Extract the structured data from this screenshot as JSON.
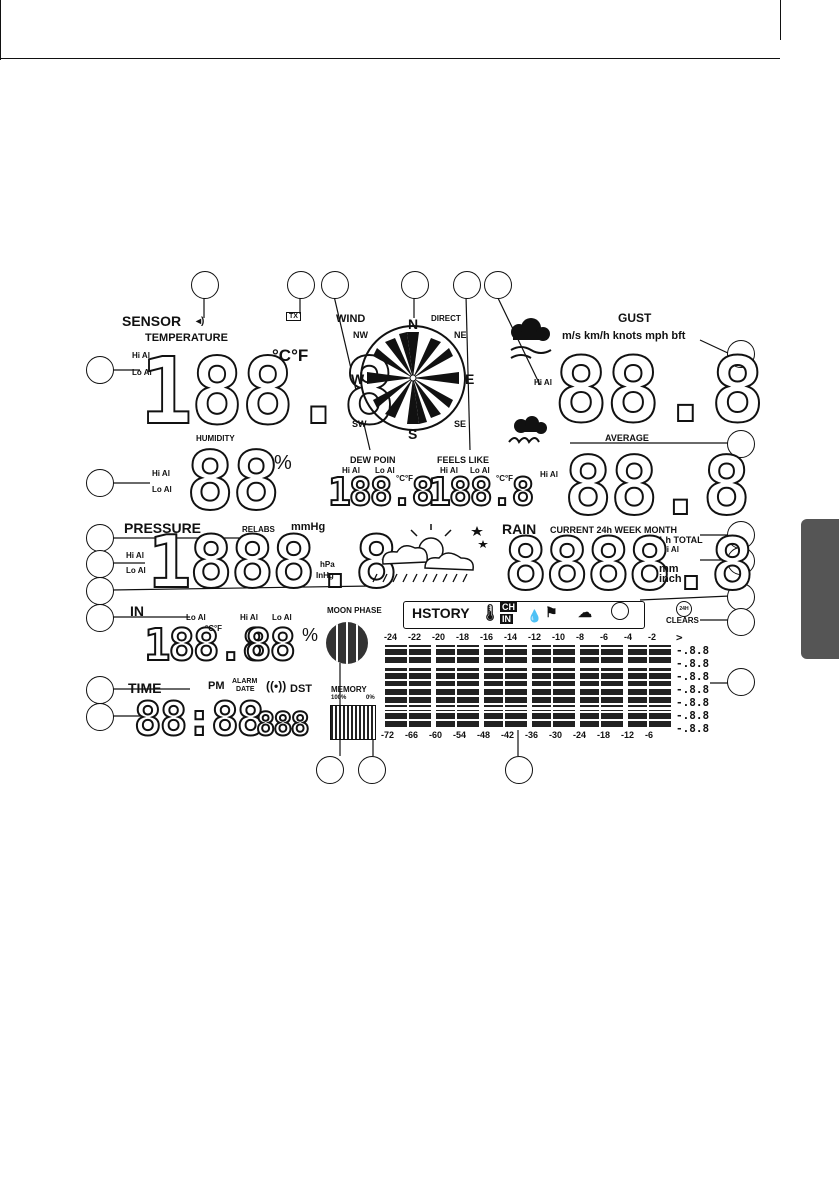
{
  "sensor": {
    "label": "SENSOR",
    "temperature_label": "TEMPERATURE",
    "temp_digits": "188.8",
    "temp_unit": "°C°F",
    "humidity_label": "HUMIDITY",
    "humidity_digits": "88",
    "percent": "%",
    "hi_al": "Hi Al",
    "lo_al": "Lo Al",
    "tx": "TX"
  },
  "wind": {
    "label": "WIND",
    "direct": "DIRECT",
    "n": "N",
    "ne": "NE",
    "e": "E",
    "se": "SE",
    "s": "S",
    "sw": "SW",
    "w": "W",
    "nw": "NW"
  },
  "dew": {
    "label": "DEW POIN",
    "digits": "188.8",
    "unit": "°C°F",
    "hi": "Hi Al",
    "lo": "Lo Al"
  },
  "feels": {
    "label": "FEELS LIKE",
    "digits": "188.8",
    "unit": "°C°F",
    "hi": "Hi Al",
    "lo": "Lo Al"
  },
  "gust": {
    "label": "GUST",
    "units": "m/s km/h knots mph bft",
    "digits": "88.8",
    "hi": "Hi Al"
  },
  "average": {
    "label": "AVERAGE",
    "digits": "88.8",
    "hi": "Hi Al"
  },
  "pressure": {
    "label": "PRESSURE",
    "relabs": "RELABS",
    "mmhg": "mmHg",
    "digits": "1888.8",
    "hpa": "hPa",
    "inhg": "InHg",
    "hi": "Hi Al",
    "lo": "Lo Al"
  },
  "rain": {
    "label": "RAIN",
    "periods": "CURRENT 24h WEEK MONTH",
    "total": "1 h TOTAL",
    "digits": "8888.8",
    "hi": "Hi Al",
    "mm": "mm",
    "inch": "inch"
  },
  "indoor": {
    "label": "IN",
    "lo": "Lo Al",
    "hi": "Hi Al",
    "temp_digits": "188.8",
    "temp_unit": "°C°F",
    "hum_digits": "88",
    "percent": "%"
  },
  "moon": {
    "label": "MOON PHASE"
  },
  "history": {
    "label": "HSTORY",
    "ch": "CH",
    "in": "IN",
    "clears": "CLEARS",
    "clear_icon": "24H"
  },
  "memory": {
    "label": "MEMORY",
    "full": "100%",
    "empty": "0%"
  },
  "time": {
    "label": "TIME",
    "pm": "PM",
    "alarm": "ALARM",
    "date": "DATE",
    "dst": "DST",
    "digits": "88:88",
    "small_digits": "888"
  },
  "chart_top_ticks": [
    "-24",
    "-22",
    "-20",
    "-18",
    "-16",
    "-14",
    "-12",
    "-10",
    "-8",
    "-6",
    "-4",
    "-2"
  ],
  "chart_bottom_ticks": [
    "-72",
    "-66",
    "-60",
    "-54",
    "-48",
    "-42",
    "-36",
    "-30",
    "-24",
    "-18",
    "-12",
    "-6"
  ],
  "chart_y_labels": [
    ">",
    "-.8.8",
    "-.8.8",
    "-.8.8",
    "-.8.8",
    "-.8.8",
    "-.8.8",
    "-.8.8"
  ]
}
